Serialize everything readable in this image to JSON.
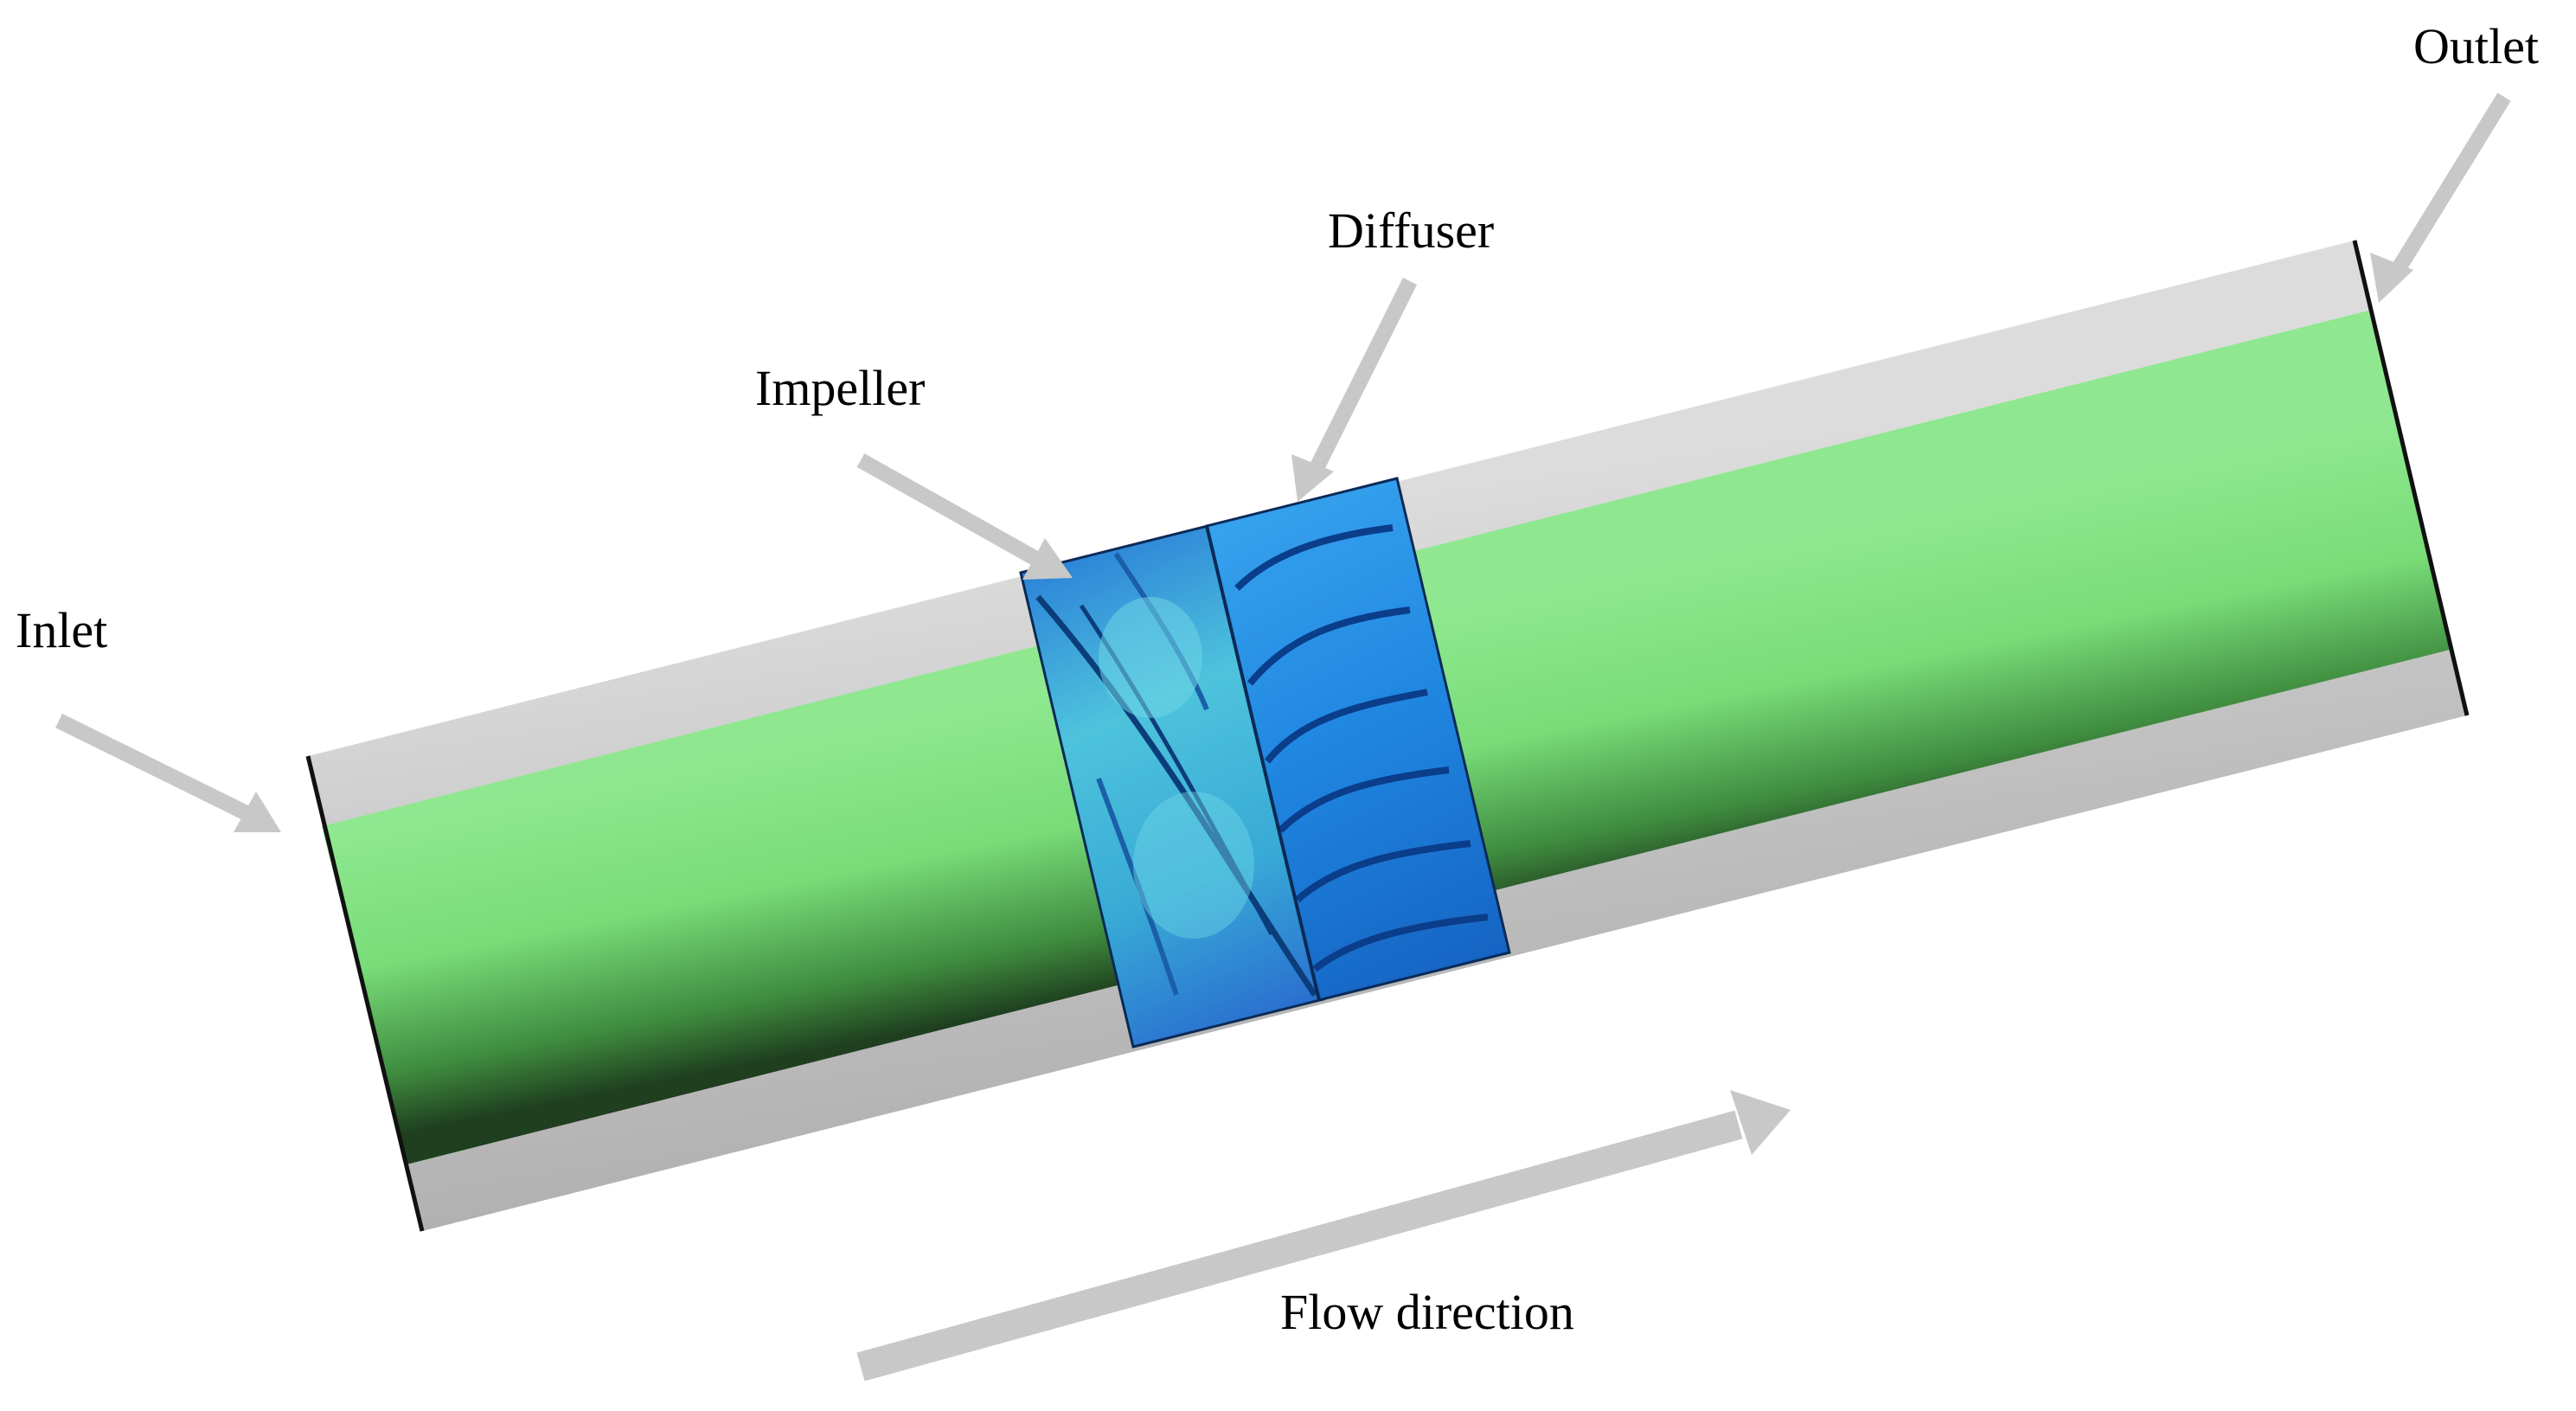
{
  "labels": {
    "inlet": "Inlet",
    "outlet": "Outlet",
    "impeller": "Impeller",
    "diffuser": "Diffuser",
    "flow_direction": "Flow direction"
  },
  "colors": {
    "background": "#ffffff",
    "pipe_wall": "#c8c8c8",
    "fluid_core": "#7ee07e",
    "impeller": "#3fb7d6",
    "diffuser": "#1f86e0",
    "arrow": "#c8c8c8",
    "outline": "#000000"
  }
}
